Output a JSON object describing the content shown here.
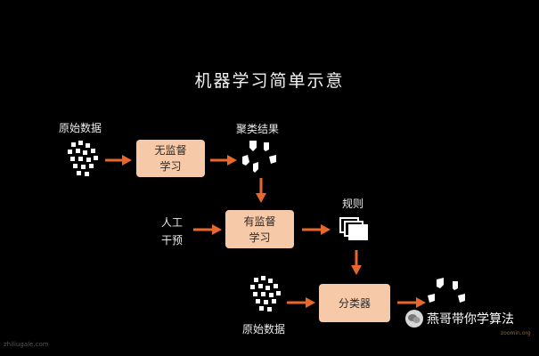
{
  "diagram": {
    "title": "机器学习简单示意",
    "raw_data_top": "原始数据",
    "unsupervised_box": [
      "无监督",
      "学习"
    ],
    "cluster_results": "聚类结果",
    "human_intervention": [
      "人工",
      "干预"
    ],
    "supervised_box": [
      "有监督",
      "学习"
    ],
    "rules": "规则",
    "raw_data_bottom": "原始数据",
    "classifier_box": "分类器"
  },
  "watermark": {
    "account": "燕哥带你学算法",
    "left_mark": "zhiliugale.com",
    "right_mark": "zoomin.org"
  },
  "colors": {
    "arrow": "#e8682c",
    "box": "#f6c9a8",
    "background": "#000000"
  },
  "icons": [
    "data-points-icon",
    "cluster-shapes-icon",
    "rules-stack-icon",
    "wechat-logo-icon"
  ]
}
